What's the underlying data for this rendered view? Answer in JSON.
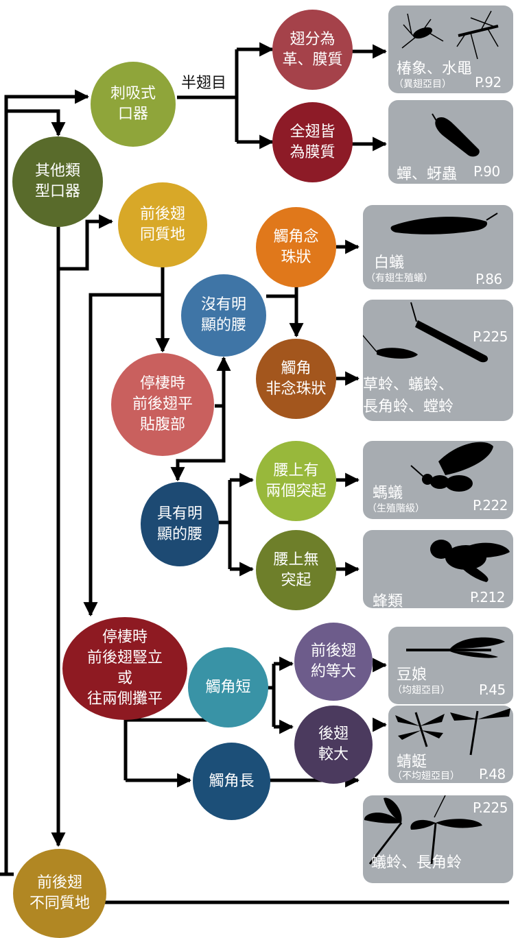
{
  "colors": {
    "piercing": "#8fa53a",
    "other_mouth": "#596b2b",
    "wing_membranous_part": "#a5424a",
    "wing_all_membranous": "#8d1b27",
    "same_texture": "#d8a828",
    "no_waist": "#3f75a6",
    "flat_wings": "#c9605e",
    "moniliform": "#e0781b",
    "non_moniliform": "#a3561d",
    "waist": "#1d4a73",
    "waist_bumps": "#98b83b",
    "waist_no_bumps": "#6e7f2a",
    "upright_wings": "#8e1a22",
    "short_antenna": "#3993a6",
    "equal_wings": "#6d5c8b",
    "larger_hind": "#4b3a5e",
    "long_antenna": "#1c4f78",
    "different_texture": "#b18723",
    "card": "#a7acb1"
  },
  "edge_label": "半翅目",
  "nodes": {
    "piercing": "刺吸式\n口器",
    "other_mouth": "其他類\n型口器",
    "wing_membranous_part": "翅分為\n革、膜質",
    "wing_all_membranous": "全翅皆\n為膜質",
    "same_texture": "前後翅\n同質地",
    "no_waist": "沒有明\n顯的腰",
    "flat_wings": "停棲時\n前後翅平\n貼腹部",
    "moniliform": "觸角念\n珠狀",
    "non_moniliform": "觸角\n非念珠狀",
    "waist": "具有明\n顯的腰",
    "waist_bumps": "腰上有\n兩個突起",
    "waist_no_bumps": "腰上無\n突起",
    "upright_wings": "停棲時\n前後翅豎立\n或\n往兩側攤平",
    "short_antenna": "觸角短",
    "equal_wings": "前後翅\n約等大",
    "larger_hind": "後翅\n較大",
    "long_antenna": "觸角長",
    "different_texture": "前後翅\n不同質地"
  },
  "cards": {
    "bugs": {
      "name": "椿象、水黽",
      "sub": "（異翅亞目）",
      "page": "P.92"
    },
    "cicadas": {
      "name": "蟬、蚜蟲",
      "page": "P.90"
    },
    "webspinners": {
      "name": "白蟻",
      "sub": "（有翅生殖蟻）",
      "page": "P.86"
    },
    "lacewings": {
      "name_1": "草蛉、蟻蛉、",
      "name_2": "長角蛉、螳蛉",
      "page": "P.225"
    },
    "ants": {
      "name": "螞蟻",
      "sub": "（生殖階級）",
      "page": "P.222"
    },
    "bees": {
      "name": "蜂類",
      "page": "P.212"
    },
    "damselflies": {
      "name": "豆娘",
      "sub": "（均翅亞目）",
      "page": "P.45"
    },
    "dragonflies": {
      "name": "蜻蜓",
      "sub": "（不均翅亞目）",
      "page": "P.48"
    },
    "antlions": {
      "name": "蟻蛉、長角蛉",
      "page": "P.225"
    }
  }
}
